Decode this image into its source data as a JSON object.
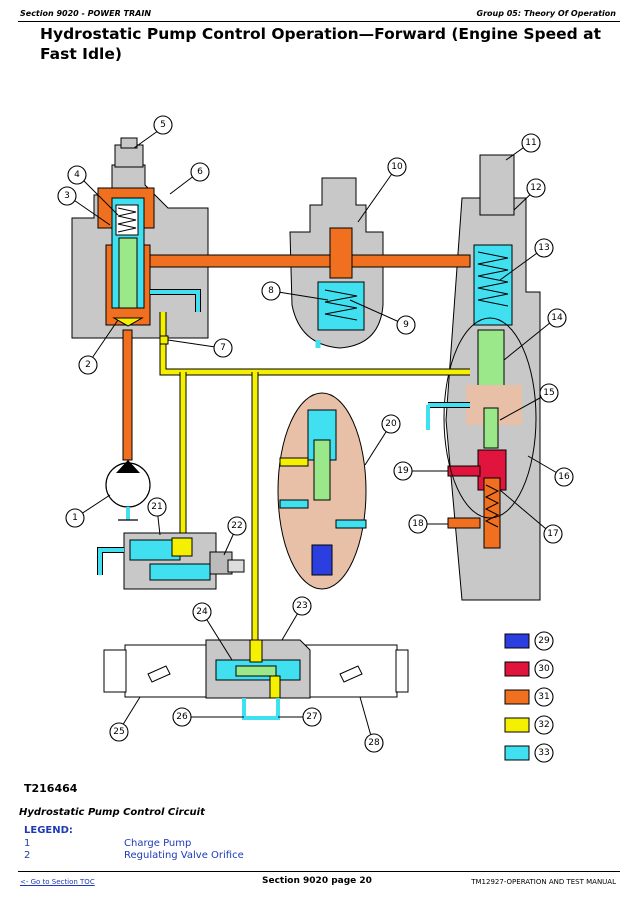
{
  "header": {
    "section": "Section 9020 - POWER TRAIN",
    "group": "Group 05: Theory Of Operation"
  },
  "title": "Hydrostatic Pump Control Operation—Forward (Engine Speed at Fast Idle)",
  "figure": {
    "id": "T216464",
    "callouts": [
      "1",
      "2",
      "3",
      "4",
      "5",
      "6",
      "7",
      "8",
      "9",
      "10",
      "11",
      "12",
      "13",
      "14",
      "15",
      "16",
      "17",
      "18",
      "19",
      "20",
      "21",
      "22",
      "23",
      "24",
      "25",
      "26",
      "27",
      "28"
    ],
    "color_key": [
      {
        "num": "29",
        "color": "#2b3fe0"
      },
      {
        "num": "30",
        "color": "#e0143c"
      },
      {
        "num": "31",
        "color": "#f07020"
      },
      {
        "num": "32",
        "color": "#f5f000"
      },
      {
        "num": "33",
        "color": "#40e0f0"
      }
    ]
  },
  "caption": "Hydrostatic Pump Control Circuit",
  "legend": {
    "heading": "LEGEND:",
    "items": [
      {
        "num": "1",
        "text": "Charge Pump"
      },
      {
        "num": "2",
        "text": "Regulating Valve Orifice"
      }
    ]
  },
  "footer": {
    "toc_link": "<- Go to Section TOC",
    "page": "Section 9020 page 20",
    "manual": "TM12927-OPERATION AND TEST MANUAL"
  }
}
